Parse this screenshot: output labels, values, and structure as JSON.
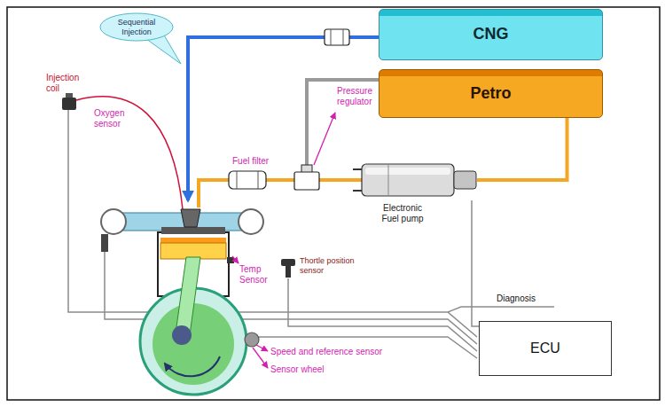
{
  "diagram": {
    "nodes": [
      {
        "text": [
          "Sequential Injection"
        ]
      },
      {
        "text": [
          "CNG"
        ]
      },
      {
        "text": [
          "Petro"
        ]
      },
      {
        "text": [
          "Electronic Fuel pump"
        ]
      },
      {
        "text": [
          "ECU"
        ]
      }
    ],
    "edges": [
      {
        "from": 2,
        "to": 3,
        "arrow": "none"
      },
      {
        "from": 3,
        "to": 4,
        "arrow": "none"
      }
    ],
    "labels": [
      "Injection coil",
      "Pressure regulator",
      "Oxygen sensor",
      "Fuel filter",
      "Thortle position sensor",
      "Temp Sensor",
      "Diagnosis",
      "Speed and reference sensor",
      "Sensor wheel"
    ]
  }
}
